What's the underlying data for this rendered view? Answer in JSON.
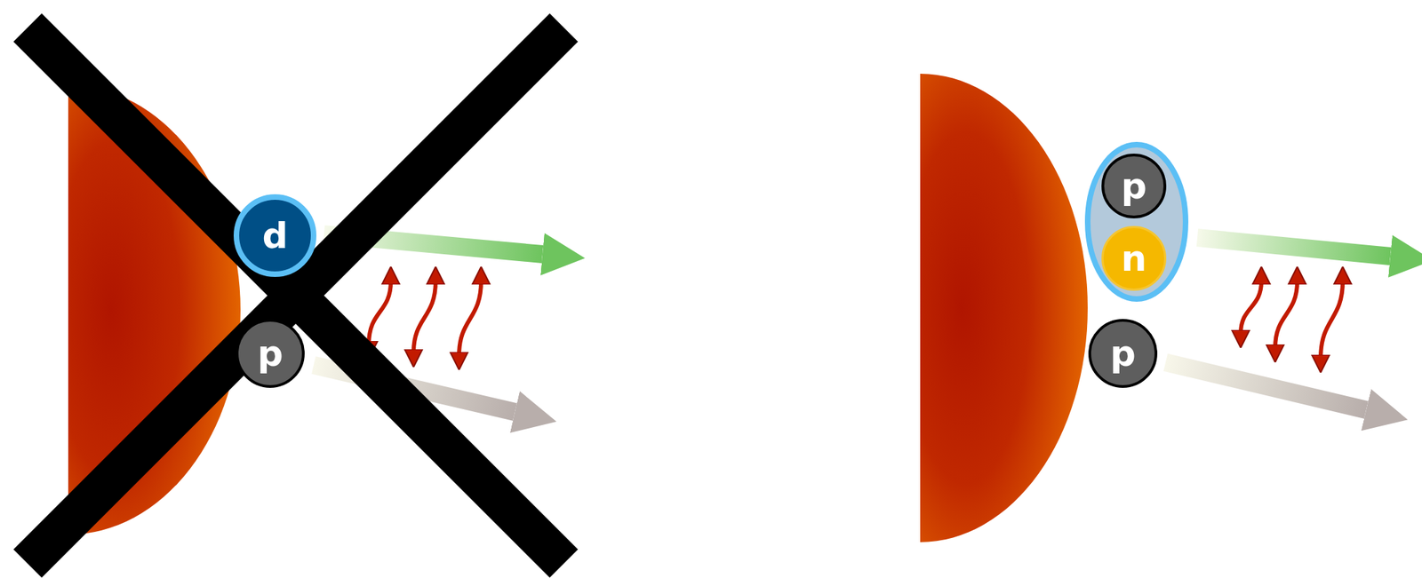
{
  "diagram": {
    "nodes": [
      {
        "text": [
          "d"
        ]
      },
      {
        "text": [
          "p"
        ]
      },
      {
        "text": []
      },
      {
        "text": [
          "p"
        ],
        "in": 2
      },
      {
        "text": [
          "n"
        ],
        "in": 2
      },
      {
        "text": [
          "p"
        ]
      }
    ]
  }
}
